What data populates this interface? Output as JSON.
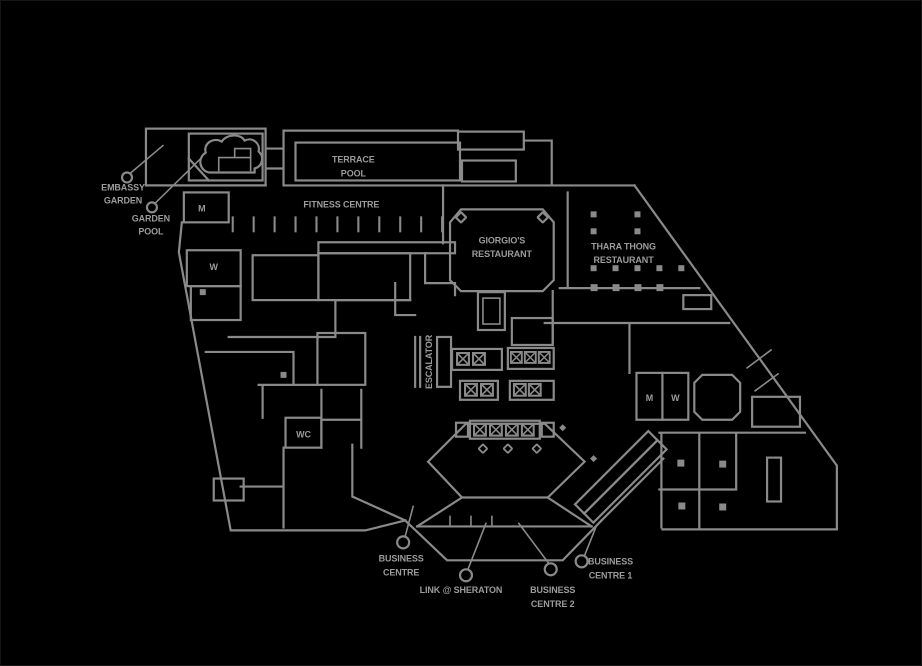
{
  "plan": {
    "colors": {
      "background": "#000000",
      "wall": "#8a8a8a",
      "text": "#9c9c9c"
    },
    "areas": {
      "embassy_garden": {
        "line1": "EMBASSY",
        "line2": "GARDEN"
      },
      "garden_pool": {
        "line1": "GARDEN",
        "line2": "POOL"
      },
      "terrace_pool": {
        "line1": "TERRACE",
        "line2": "POOL"
      },
      "fitness_centre": {
        "label": "FITNESS CENTRE"
      },
      "giorgios_restaurant": {
        "line1": "GIORGIO'S",
        "line2": "RESTAURANT"
      },
      "thara_thong_restaurant": {
        "line1": "THARA THONG",
        "line2": "RESTAURANT"
      },
      "escalator": {
        "label": "ESCALATOR"
      },
      "business_centre": {
        "line1": "BUSINESS",
        "line2": "CENTRE"
      },
      "link_sheraton": {
        "label": "LINK @ SHERATON"
      },
      "business_centre_2": {
        "line1": "BUSINESS",
        "line2": "CENTRE 2"
      },
      "business_centre_1": {
        "line1": "BUSINESS",
        "line2": "CENTRE 1"
      }
    },
    "rooms": {
      "mens_left": "M",
      "womens_left": "W",
      "wc": "WC",
      "mens_right": "M",
      "womens_right": "W"
    }
  }
}
